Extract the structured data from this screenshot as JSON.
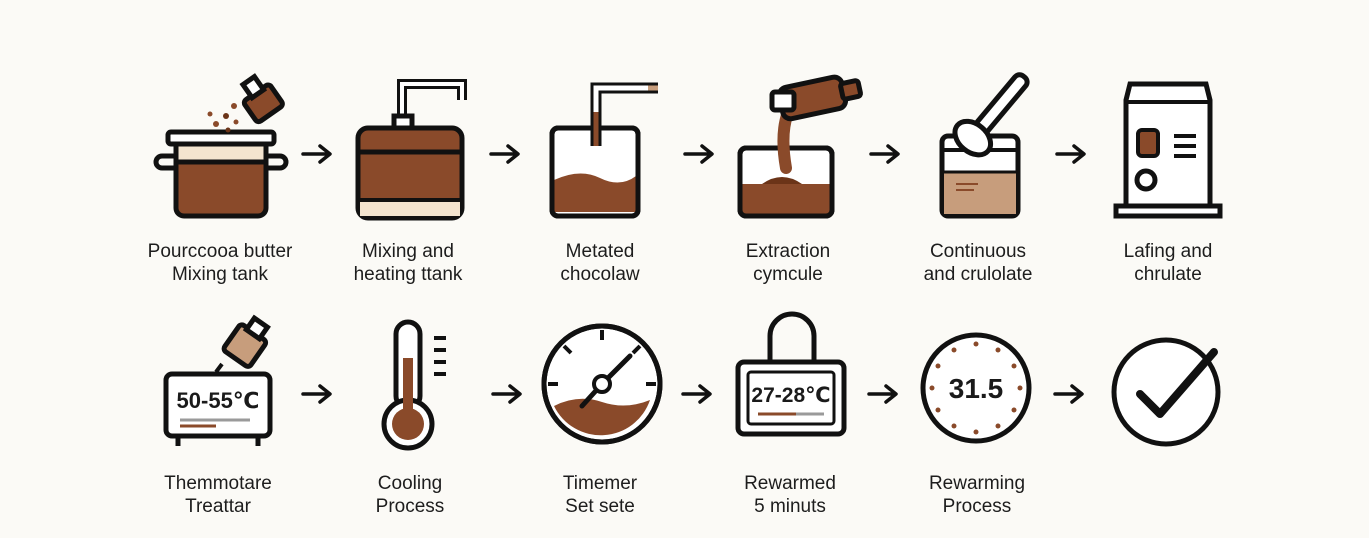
{
  "colors": {
    "outline": "#111111",
    "chocolate": "#8a4a2a",
    "chocolate_dark": "#6b3418",
    "cocoa_butter": "#f3e4cf",
    "light_brown": "#c79d7c",
    "gray": "#9a9a9a",
    "background": "#fbfaf6"
  },
  "steps_row1": [
    {
      "icon": "cocoa-pot-pour-icon",
      "line1": "Pourccooa butter",
      "line2": "Mixing tank"
    },
    {
      "icon": "mixing-tank-icon",
      "line1": "Mixing and",
      "line2": "heating ttank"
    },
    {
      "icon": "melting-jar-icon",
      "line1": "Metated",
      "line2": "chocolaw"
    },
    {
      "icon": "extraction-beaker-icon",
      "line1": "Extraction",
      "line2": "cymcule"
    },
    {
      "icon": "stirring-jar-icon",
      "line1": "Continuous",
      "line2": "and crulolate"
    },
    {
      "icon": "machine-icon",
      "line1": "Lafing and",
      "line2": "chrulate"
    }
  ],
  "steps_row2": [
    {
      "icon": "thermometer-display-icon",
      "line1": "Themmotare",
      "line2": "Treattar",
      "readout": "50-55℃"
    },
    {
      "icon": "thermometer-icon",
      "line1": "Cooling",
      "line2": "Process"
    },
    {
      "icon": "timer-clock-icon",
      "line1": "Timemer",
      "line2": "Set sete"
    },
    {
      "icon": "timer-display-icon",
      "line1": "Rewarmed",
      "line2": "5 minuts",
      "readout": "27-28℃"
    },
    {
      "icon": "rewarming-dial-icon",
      "line1": "Rewarming",
      "line2": "Process",
      "readout": "31.5"
    },
    {
      "icon": "checkmark-icon"
    }
  ]
}
